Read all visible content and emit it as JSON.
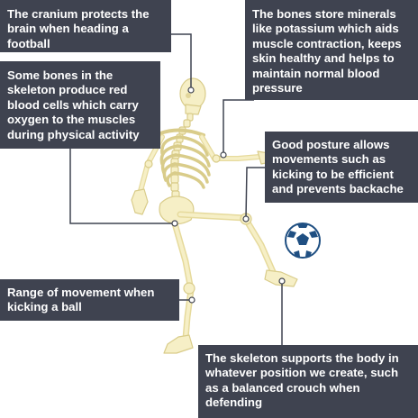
{
  "callouts": {
    "cranium": "The cranium protects the brain when heading a football",
    "red_blood_cells": "Some bones in the skeleton produce red blood cells which carry oxygen to the muscles during physical activity",
    "minerals": "The bones store minerals like potassium which aids muscle contraction, keeps skin healthy and helps to maintain normal blood pressure",
    "posture": "Good posture allows movements such as kicking to be efficient and prevents backache",
    "range_of_movement": "Range of movement when kicking a ball",
    "support": "The skeleton supports the body in whatever position we create, such as a balanced crouch when defending"
  },
  "colors": {
    "callout_background": "#3f4350",
    "callout_text": "#ffffff",
    "leader_line": "#3f4350",
    "bone_fill": "#f6efc6",
    "bone_outline": "#d9cc8a",
    "ball_blue": "#1f4f82"
  },
  "icons": {
    "figure": "skeleton-kicking-ball",
    "ball": "football-icon"
  }
}
